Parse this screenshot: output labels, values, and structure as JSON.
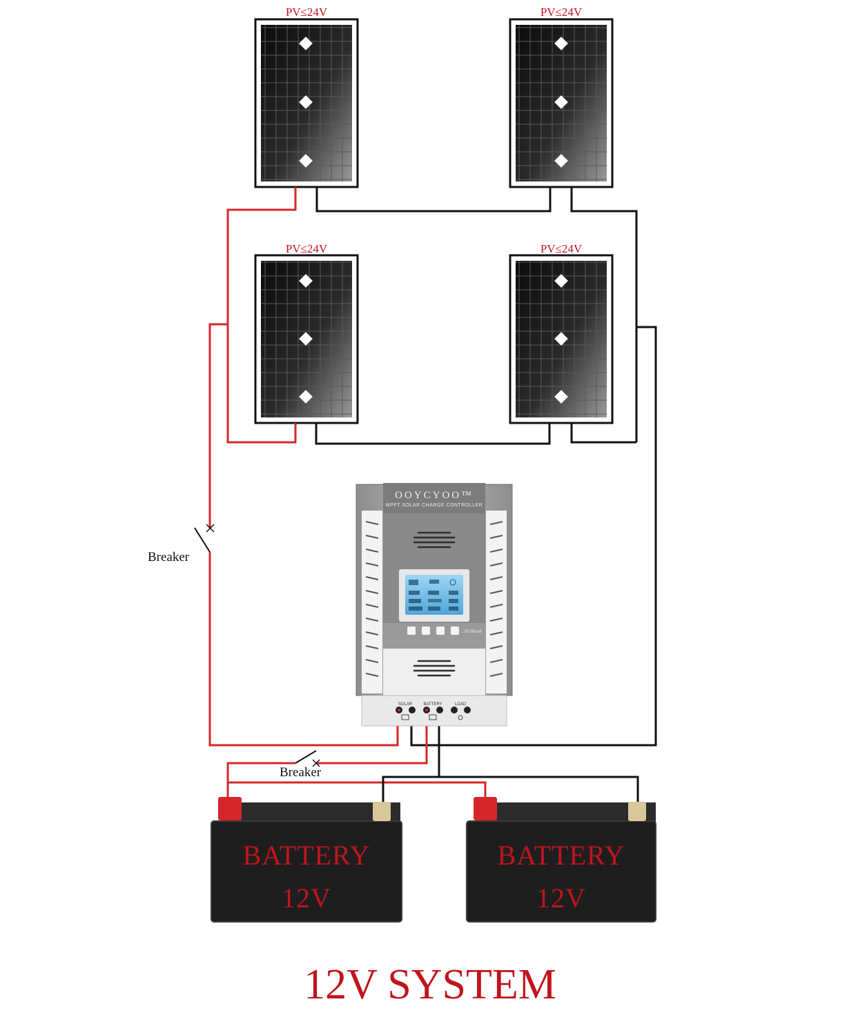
{
  "panels": [
    {
      "id": "top-left",
      "label": "PV≤24V"
    },
    {
      "id": "top-right",
      "label": "PV≤24V"
    },
    {
      "id": "bottom-left",
      "label": "PV≤24V"
    },
    {
      "id": "bottom-right",
      "label": "PV≤24V"
    }
  ],
  "controller": {
    "brand": "OOYCYOO™",
    "subtitle": "MPPT SOLAR CHARGE CONTROLLER",
    "reset_label": "←5S Reset",
    "terminals": {
      "solar": "SOLAR",
      "battery": "BATTERY",
      "load": "LOAD"
    }
  },
  "breakers": {
    "upper": "Breaker",
    "lower": "Breaker"
  },
  "batteries": [
    {
      "name": "BATTERY",
      "voltage": "12V"
    },
    {
      "name": "BATTERY",
      "voltage": "12V"
    }
  ],
  "title": "12V SYSTEM",
  "colors": {
    "positive_wire": "#d6262b",
    "negative_wire": "#111111",
    "label_red": "#c0141c"
  }
}
